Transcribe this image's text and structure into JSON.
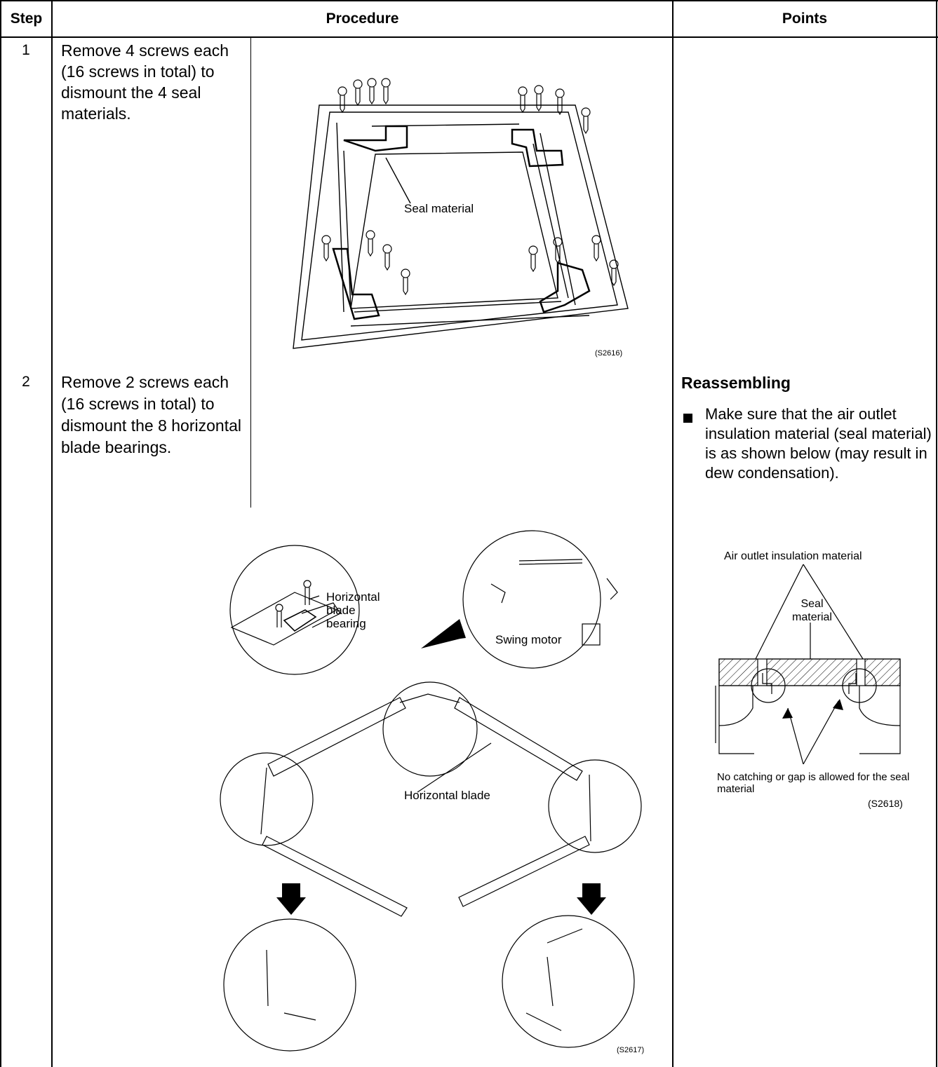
{
  "header": {
    "step": "Step",
    "procedure": "Procedure",
    "points": "Points"
  },
  "steps": [
    {
      "number": "1",
      "text": "Remove 4 screws each (16 screws in total) to dismount the 4 seal materials."
    },
    {
      "number": "2",
      "text": "Remove 2 screws each (16 screws in total) to dismount the 8 horizontal blade bearings."
    }
  ],
  "figure1": {
    "label_seal": "Seal material",
    "code": "(S2616)"
  },
  "figure2": {
    "label_bearing": "Horizontal blade bearing",
    "label_swing": "Swing motor",
    "label_blade": "Horizontal blade",
    "code": "(S2617)"
  },
  "points": {
    "title": "Reassembling",
    "bullet": "Make sure that the air outlet insulation material (seal material) is as shown below (may result in dew condensation).",
    "figure": {
      "label_outlet": "Air outlet insulation material",
      "label_seal": "Seal material",
      "note": "No catching or gap is allowed for the seal material",
      "code": "(S2618)"
    }
  }
}
